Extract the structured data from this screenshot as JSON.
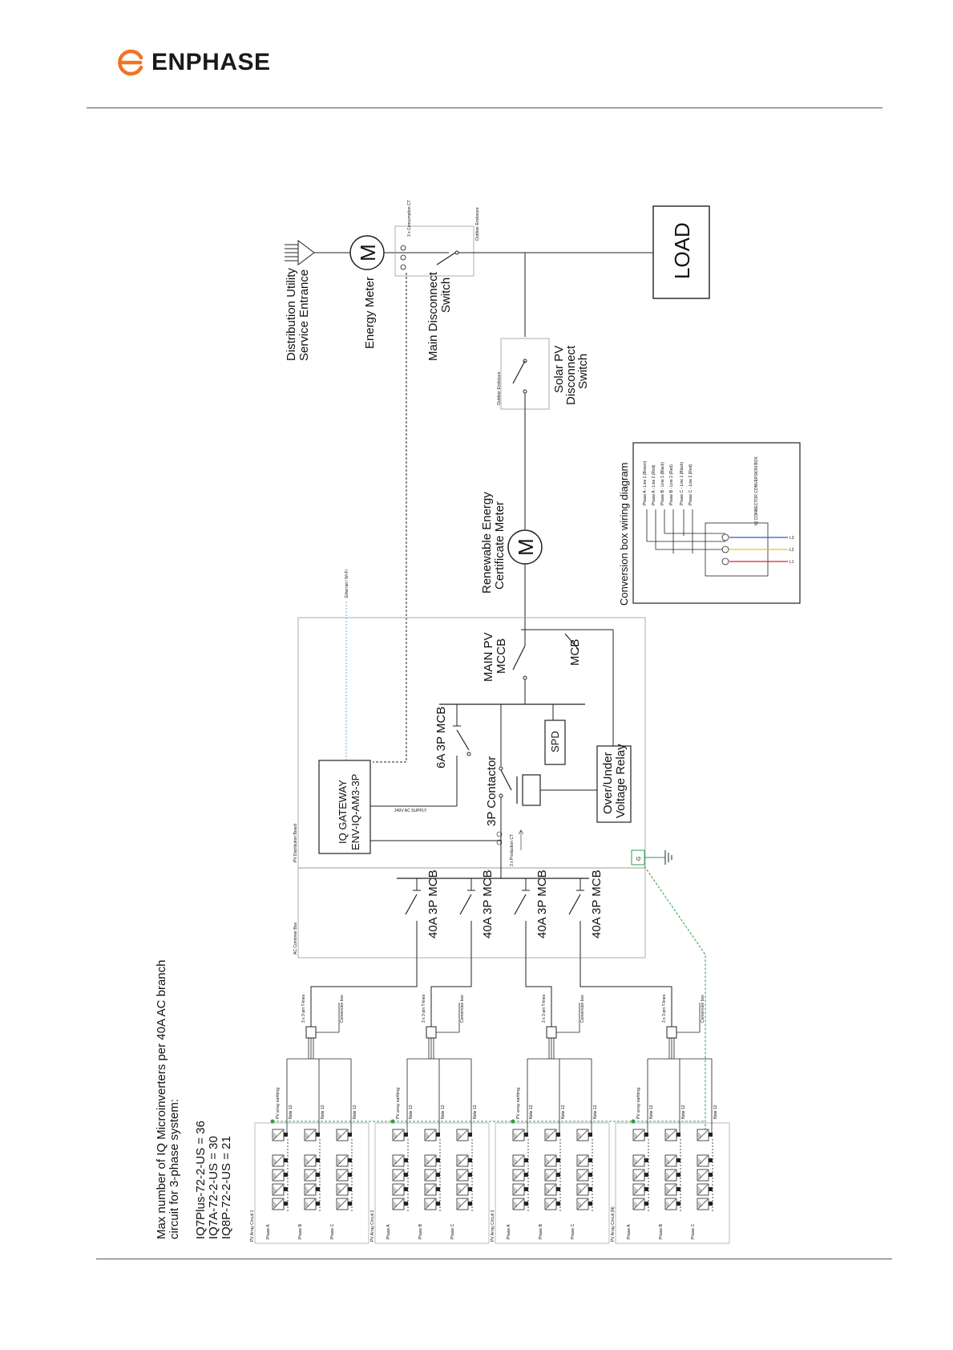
{
  "brand": {
    "name": "ENPHASE",
    "accent_color": "#f37321"
  },
  "diagram": {
    "utility_entrance": [
      "Distribution Utility",
      "Service Entrance"
    ],
    "energy_meter": "Energy Meter",
    "meter_symbol": "M",
    "consumption_ct": "3 x Consumption CT",
    "outdoor_enclosure": "Outdoor Enclosure",
    "main_disconnect": [
      "Main Disconnect",
      "Switch"
    ],
    "load": "LOAD",
    "solar_disconnect": [
      "Solar PV",
      "Disconnect",
      "Switch"
    ],
    "rec_meter": [
      "Renewable Energy",
      "Certificate Meter"
    ],
    "ethernet": "Ethernet / Wi-Fi",
    "gateway": [
      "IQ GATEWAY",
      "ENV-IQ-AM3-3P"
    ],
    "gateway_supply": "240V AC SUPPLY",
    "main_pv_mccb": [
      "MAIN PV",
      "MCCB"
    ],
    "mcb": "MCB",
    "mcb_6a": "6A 3P MCB",
    "spd": "SPD",
    "contactor": "3P Contactor",
    "production_ct": "3 x Production CT",
    "relay": [
      "Over/Under",
      "Voltage Relay"
    ],
    "ground": "G",
    "pv_distribution_board": "PV Distribution Board",
    "ac_combiner_box": "AC Combiner Box",
    "branch_breakers": [
      "40A 3P MCB",
      "40A 3P MCB",
      "40A 3P MCB",
      "40A 3P MCB"
    ],
    "conversion_title": "Conversion box wiring diagram",
    "conversion_labels": [
      "Phase A - Line 1 (Brown)",
      "Phase A - Line 2 (Red)",
      "Phase B - Line 1 (Black)",
      "Phase B - Line 2 (Red)",
      "Phase C - Line 1 (Black)",
      "Phase C - Line 2 (Red)"
    ],
    "conversion_note": "IQ CONNECTOR CONVERSION BOX",
    "conversion_outputs": [
      "L1",
      "L2",
      "L3"
    ],
    "phase_colors": [
      "#d62828",
      "#e6c619",
      "#2b59c3"
    ],
    "earth_color": "#2e9e44",
    "ethernet_color": "#5fb0d8",
    "arrays": [
      {
        "label": "PV Array Circuit 1",
        "earthing": "PV array earthing",
        "trunk": "3 x 3-pin T-lines",
        "box": "Conversion box",
        "phases": [
          "Phase A",
          "Phase B",
          "Phase C"
        ],
        "notes": [
          "Note 12",
          "Note 12",
          "Note 12"
        ]
      },
      {
        "label": "PV Array Circuit 2",
        "earthing": "PV array earthing",
        "trunk": "3 x 3-pin T-lines",
        "box": "Conversion box",
        "phases": [
          "Phase A",
          "Phase B",
          "Phase C"
        ],
        "notes": [
          "Note 12",
          "Note 12",
          "Note 12"
        ]
      },
      {
        "label": "PV Array Circuit 3",
        "earthing": "PV array earthing",
        "trunk": "3 x 3-pin T-lines",
        "box": "Conversion box",
        "phases": [
          "Phase A",
          "Phase B",
          "Phase C"
        ],
        "notes": [
          "Note 12",
          "Note 12",
          "Note 12"
        ]
      },
      {
        "label": "PV Array Circuit (N)",
        "earthing": "PV array earthing",
        "trunk": "3 x 3-pin T-lines",
        "box": "Conversion box",
        "phases": [
          "Phase A",
          "Phase B",
          "Phase C"
        ],
        "notes": [
          "Note 12",
          "Note 12",
          "Note 12"
        ]
      }
    ],
    "max_title": [
      "Max number of IQ Microinverters per 40A AC branch",
      "circuit for 3-phase system:"
    ],
    "max_values": [
      "IQ7Plus-72-2-US = 36",
      "IQ7A-72-2-US = 30",
      "IQ8P-72-2-US = 21"
    ]
  }
}
